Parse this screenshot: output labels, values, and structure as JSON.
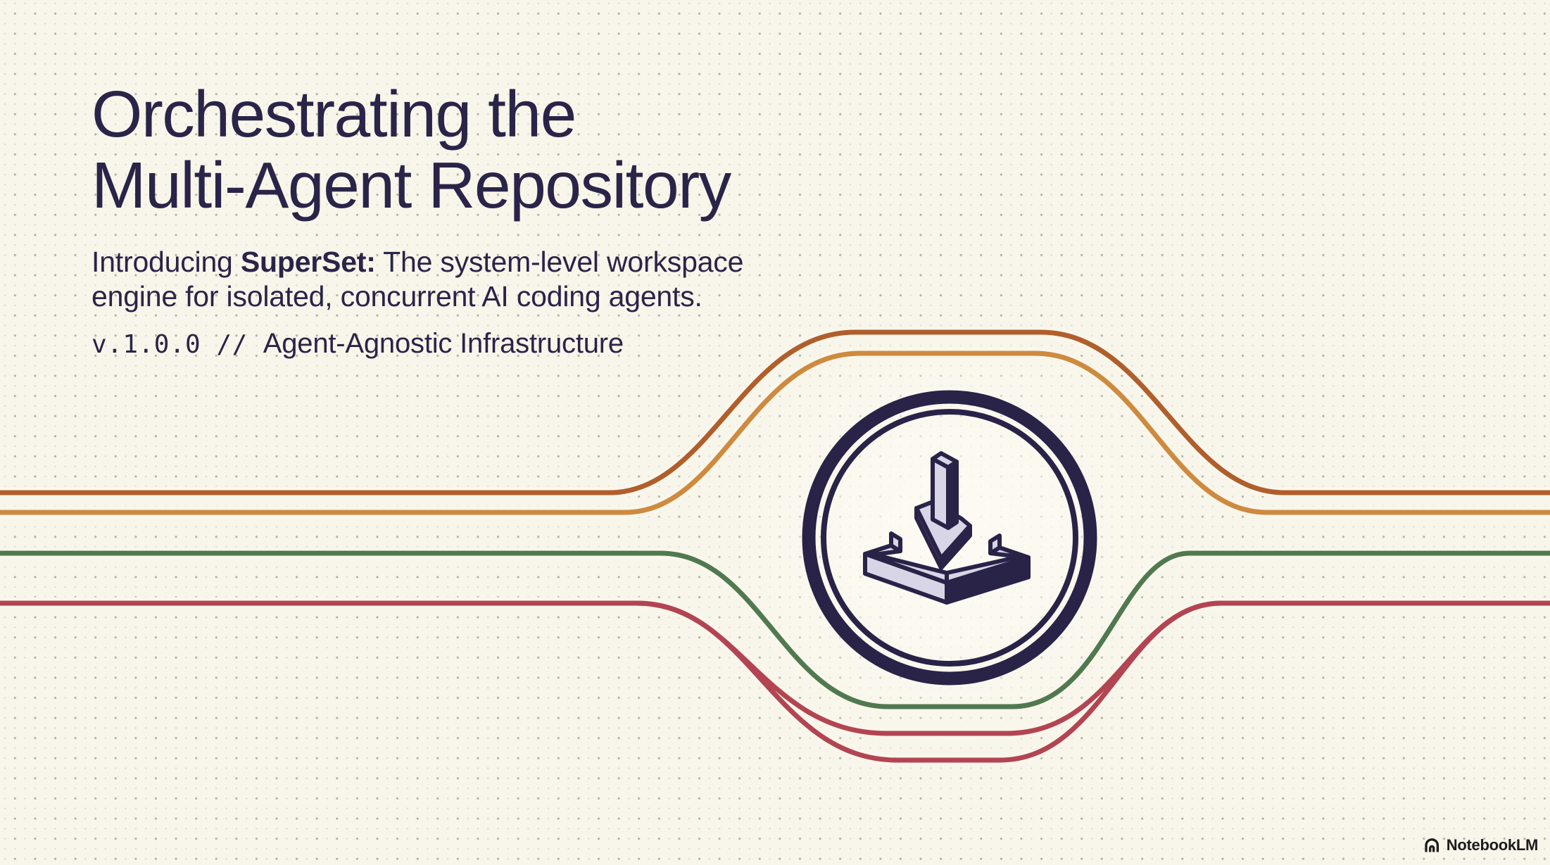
{
  "colors": {
    "background": "#f8f5ea",
    "halo": "#f9f6ec",
    "ink_navy": "#292348",
    "line_orange_dark": "#b05e2b",
    "line_orange_light": "#ce8a3e",
    "line_green": "#50794f",
    "line_red": "#b34451",
    "icon_light": "#d8d6e6",
    "logo_text": "#1c1c1c"
  },
  "hero": {
    "title_line1": "Orchestrating the",
    "title_line2": "Multi-Agent Repository",
    "subtitle_line1_pre": "Introducing ",
    "subtitle_line1_bold": "SuperSet:",
    "subtitle_line1_post": " The system-level workspace",
    "subtitle_line2": "engine for isolated, concurrent AI coding agents.",
    "version_mono": "v.1.0.0 //",
    "version_text": "Agent-Agnostic Infrastructure"
  },
  "decor": {
    "icon_name": "isometric-download-arrow-into-tray",
    "line_names": [
      "orange-dark",
      "orange-light",
      "green",
      "red-upper",
      "red-lower"
    ]
  },
  "branding": {
    "logo_label": "NotebookLM"
  }
}
